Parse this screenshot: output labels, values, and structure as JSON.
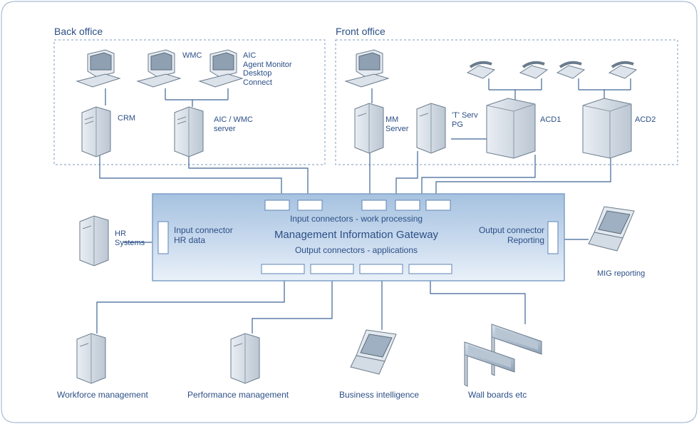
{
  "zones": {
    "back_office": "Back office",
    "front_office": "Front office"
  },
  "back_office": {
    "crm": "CRM",
    "wmc": "WMC",
    "aic_desktop": "AIC\nAgent Monitor\nDesktop\nConnect",
    "aic_wmc_server": "AIC / WMC\nserver"
  },
  "front_office": {
    "mm_server": "MM\nServer",
    "tserv_pg": "'T' Serv\nPG",
    "acd1": "ACD1",
    "acd2": "ACD2"
  },
  "gateway": {
    "input_connectors": "Input connectors - work processing",
    "title": "Management Information Gateway",
    "output_connectors": "Output connectors - applications",
    "input_hr": "Input connector\nHR data",
    "output_reporting": "Output connector\nReporting"
  },
  "hr_systems": "HR\nSystems",
  "mig_reporting": "MIG reporting",
  "outputs": {
    "workforce": "Workforce management",
    "performance": "Performance management",
    "business_intelligence": "Business intelligence",
    "wall_boards": "Wall boards etc"
  },
  "colors": {
    "text": "#2c4f86",
    "line": "#3e6596",
    "dashed_border": "#7e99bf",
    "gateway_top": "#a6c2e0",
    "gateway_bottom": "#e3edf7"
  }
}
